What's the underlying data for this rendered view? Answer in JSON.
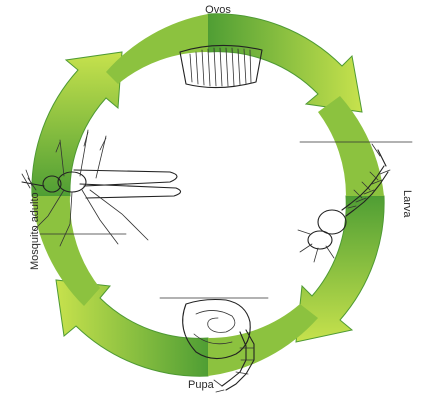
{
  "stages": {
    "eggs": "Ovos",
    "larva": "Larva",
    "pupa": "Pupa",
    "adult": "Mosquito adulto"
  },
  "colors": {
    "ring_dark": "#5fa83a",
    "ring_light": "#b6d84a",
    "ink": "#222222"
  },
  "icons": [
    "egg-raft-icon",
    "larva-icon",
    "pupa-icon",
    "mosquito-icon"
  ]
}
